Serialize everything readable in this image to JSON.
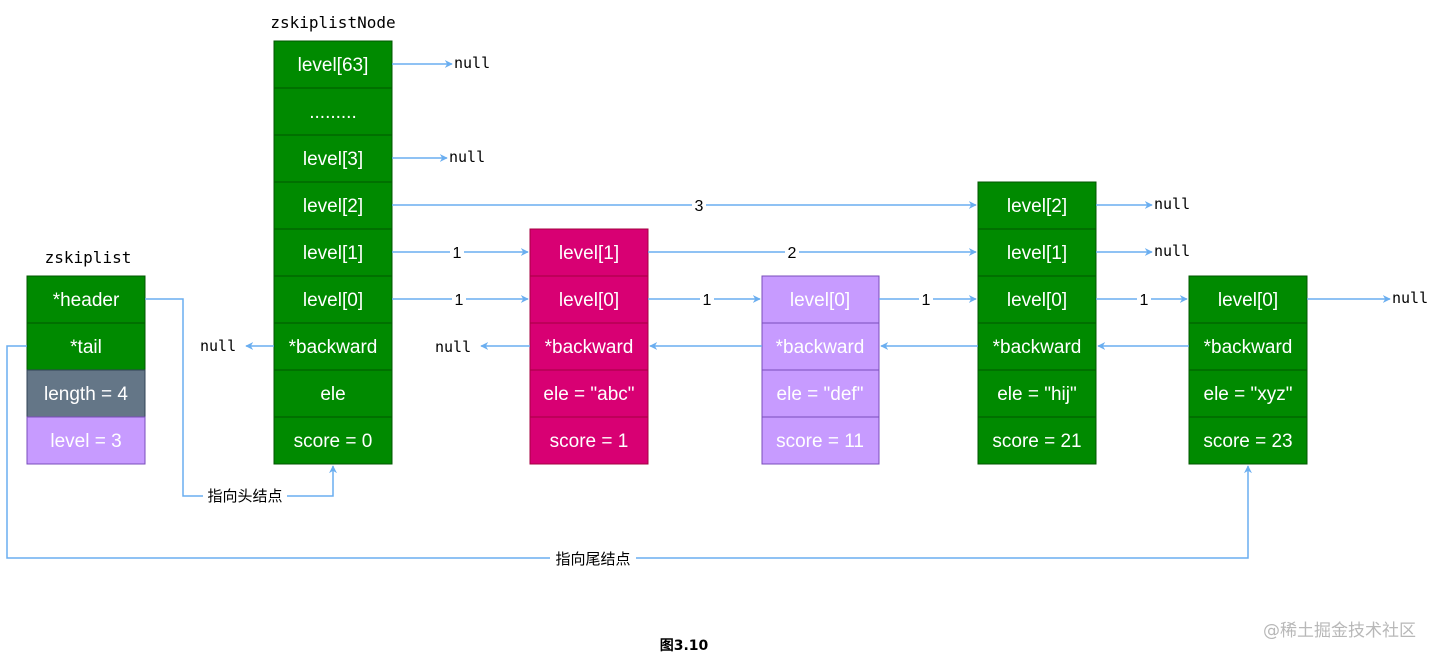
{
  "colors": {
    "green": "#008a00",
    "magenta": "#d80073",
    "lavender": "#c79bff",
    "slate": "#647687",
    "arrow": "#6aaef0"
  },
  "titles": {
    "zskiplist": "zskiplist",
    "zskiplistNode": "zskiplistNode"
  },
  "zskiplist": {
    "header": "*header",
    "tail": "*tail",
    "length": "length = 4",
    "level": "level = 3"
  },
  "head_node": {
    "level63": "level[63]",
    "dots": ".........",
    "level3": "level[3]",
    "level2": "level[2]",
    "level1": "level[1]",
    "level0": "level[0]",
    "backward": "*backward",
    "ele": "ele",
    "score": "score = 0"
  },
  "node_abc": {
    "level1": "level[1]",
    "level0": "level[0]",
    "backward": "*backward",
    "ele": "ele = \"abc\"",
    "score": "score = 1"
  },
  "node_def": {
    "level0": "level[0]",
    "backward": "*backward",
    "ele": "ele = \"def\"",
    "score": "score = 11"
  },
  "node_hij": {
    "level2": "level[2]",
    "level1": "level[1]",
    "level0": "level[0]",
    "backward": "*backward",
    "ele": "ele = \"hij\"",
    "score": "score = 21"
  },
  "node_xyz": {
    "level0": "level[0]",
    "backward": "*backward",
    "ele": "ele = \"xyz\"",
    "score": "score = 23"
  },
  "null_text": "null",
  "spans": {
    "head_l2": "3",
    "head_l1": "1",
    "head_l0": "1",
    "abc_l1": "2",
    "abc_l0": "1",
    "def_l0": "1",
    "hij_l0": "1"
  },
  "edge_labels": {
    "to_head": "指向头结点",
    "to_tail": "指向尾结点"
  },
  "caption": "图3.10",
  "watermark": "@稀土掘金技术社区"
}
